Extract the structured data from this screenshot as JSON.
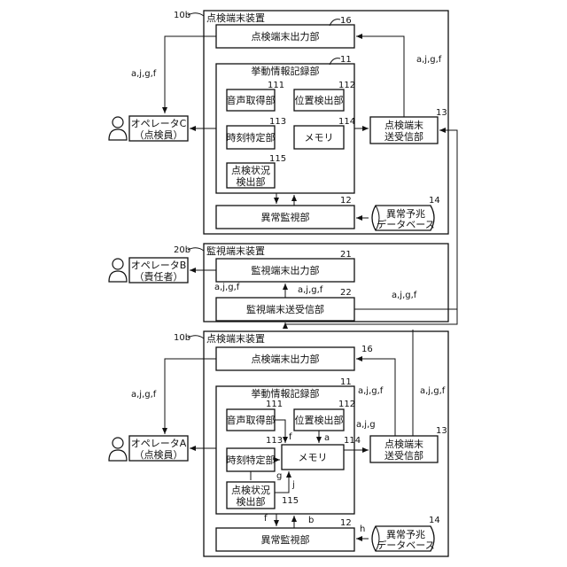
{
  "top": {
    "device_ref": "10b",
    "device_title": "点検端末装置",
    "output_unit": {
      "label": "点検端末出力部",
      "ref": "16"
    },
    "recorder": {
      "label": "挙動情報記録部",
      "ref": "11"
    },
    "voice": {
      "label": "音声取得部",
      "ref": "111"
    },
    "position": {
      "label": "位置検出部",
      "ref": "112"
    },
    "time": {
      "label": "時刻特定部",
      "ref": "113"
    },
    "memory": {
      "label": "メモリ",
      "ref": "114"
    },
    "status": {
      "line1": "点検状況",
      "line2": "検出部",
      "ref": "115"
    },
    "transceiver": {
      "line1": "点検端末",
      "line2": "送受信部",
      "ref": "13"
    },
    "anomaly": {
      "label": "異常監視部",
      "ref": "12"
    },
    "database": {
      "line1": "異常予兆",
      "line2": "データベース",
      "ref": "14"
    },
    "operator": {
      "line1": "オペレータC",
      "line2": "（点検員）"
    },
    "sig_left": "a,j,g,f",
    "sig_right": "a,j,g,f"
  },
  "middle": {
    "device_ref": "20b",
    "device_title": "監視端末装置",
    "output_unit": {
      "label": "監視端末出力部",
      "ref": "21"
    },
    "transceiver": {
      "label": "監視端末送受信部",
      "ref": "22"
    },
    "operator": {
      "line1": "オペレータB",
      "line2": "（責任者）"
    },
    "sig_left": "a,j,g,f",
    "sig_inner": "a,j,g,f",
    "sig_right": "a,j,g,f"
  },
  "bottom": {
    "device_ref": "10b",
    "device_title": "点検端末装置",
    "output_unit": {
      "label": "点検端末出力部",
      "ref": "16"
    },
    "recorder": {
      "label": "挙動情報記録部",
      "ref": "11"
    },
    "voice": {
      "label": "音声取得部",
      "ref": "111"
    },
    "position": {
      "label": "位置検出部",
      "ref": "112"
    },
    "time": {
      "label": "時刻特定部",
      "ref": "113"
    },
    "memory": {
      "label": "メモリ",
      "ref": "114"
    },
    "status": {
      "line1": "点検状況",
      "line2": "検出部",
      "ref": "115"
    },
    "transceiver": {
      "line1": "点検端末",
      "line2": "送受信部",
      "ref": "13"
    },
    "anomaly": {
      "label": "異常監視部",
      "ref": "12"
    },
    "database": {
      "line1": "異常予兆",
      "line2": "データベース",
      "ref": "14"
    },
    "operator": {
      "line1": "オペレータA",
      "line2": "（点検員）"
    },
    "sig_left": "a,j,g,f",
    "sig_mid": "a,j,g,f",
    "sig_right": "a,j,g,f",
    "sig_mem": "a,j,g",
    "sig_f": "f",
    "sig_a": "a",
    "sig_g": "g",
    "sig_j": "j",
    "sig_f2": "f",
    "sig_b": "b",
    "sig_h": "h"
  }
}
